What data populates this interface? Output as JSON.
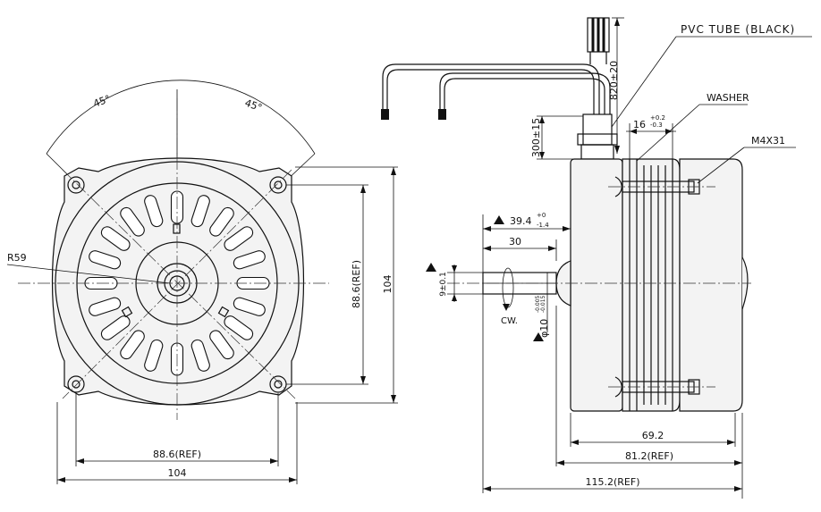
{
  "drawing": {
    "labels": {
      "pvc_tube": "PVC TUBE (BLACK)",
      "washer": "WASHER",
      "m4x31": "M4X31",
      "angle_left": "45°",
      "angle_right": "45°",
      "radius": "R59",
      "ref_88_6_v": "88.6(REF)",
      "dim_104_v": "104",
      "ref_88_6_h": "88.6(REF)",
      "dim_104_h": "104",
      "lead_820": "820±20",
      "tube_300": "300±15",
      "washer_16": "16",
      "washer_16_tol_top": "+0.2",
      "washer_16_tol_bot": "-0.3",
      "shaft_39_4": "39.4",
      "shaft_39_4_tol_top": "+0",
      "shaft_39_4_tol_bot": "-1.4",
      "shaft_30": "30",
      "shaft_9": "9±0.1",
      "shaft_dia": "φ10",
      "shaft_dia_tol_top": "-0.005",
      "shaft_dia_tol_bot": "-0.015",
      "rotation": "CW.",
      "dim_69_2": "69.2",
      "dim_81_2": "81.2(REF)",
      "dim_115_2": "115.2(REF)"
    }
  }
}
